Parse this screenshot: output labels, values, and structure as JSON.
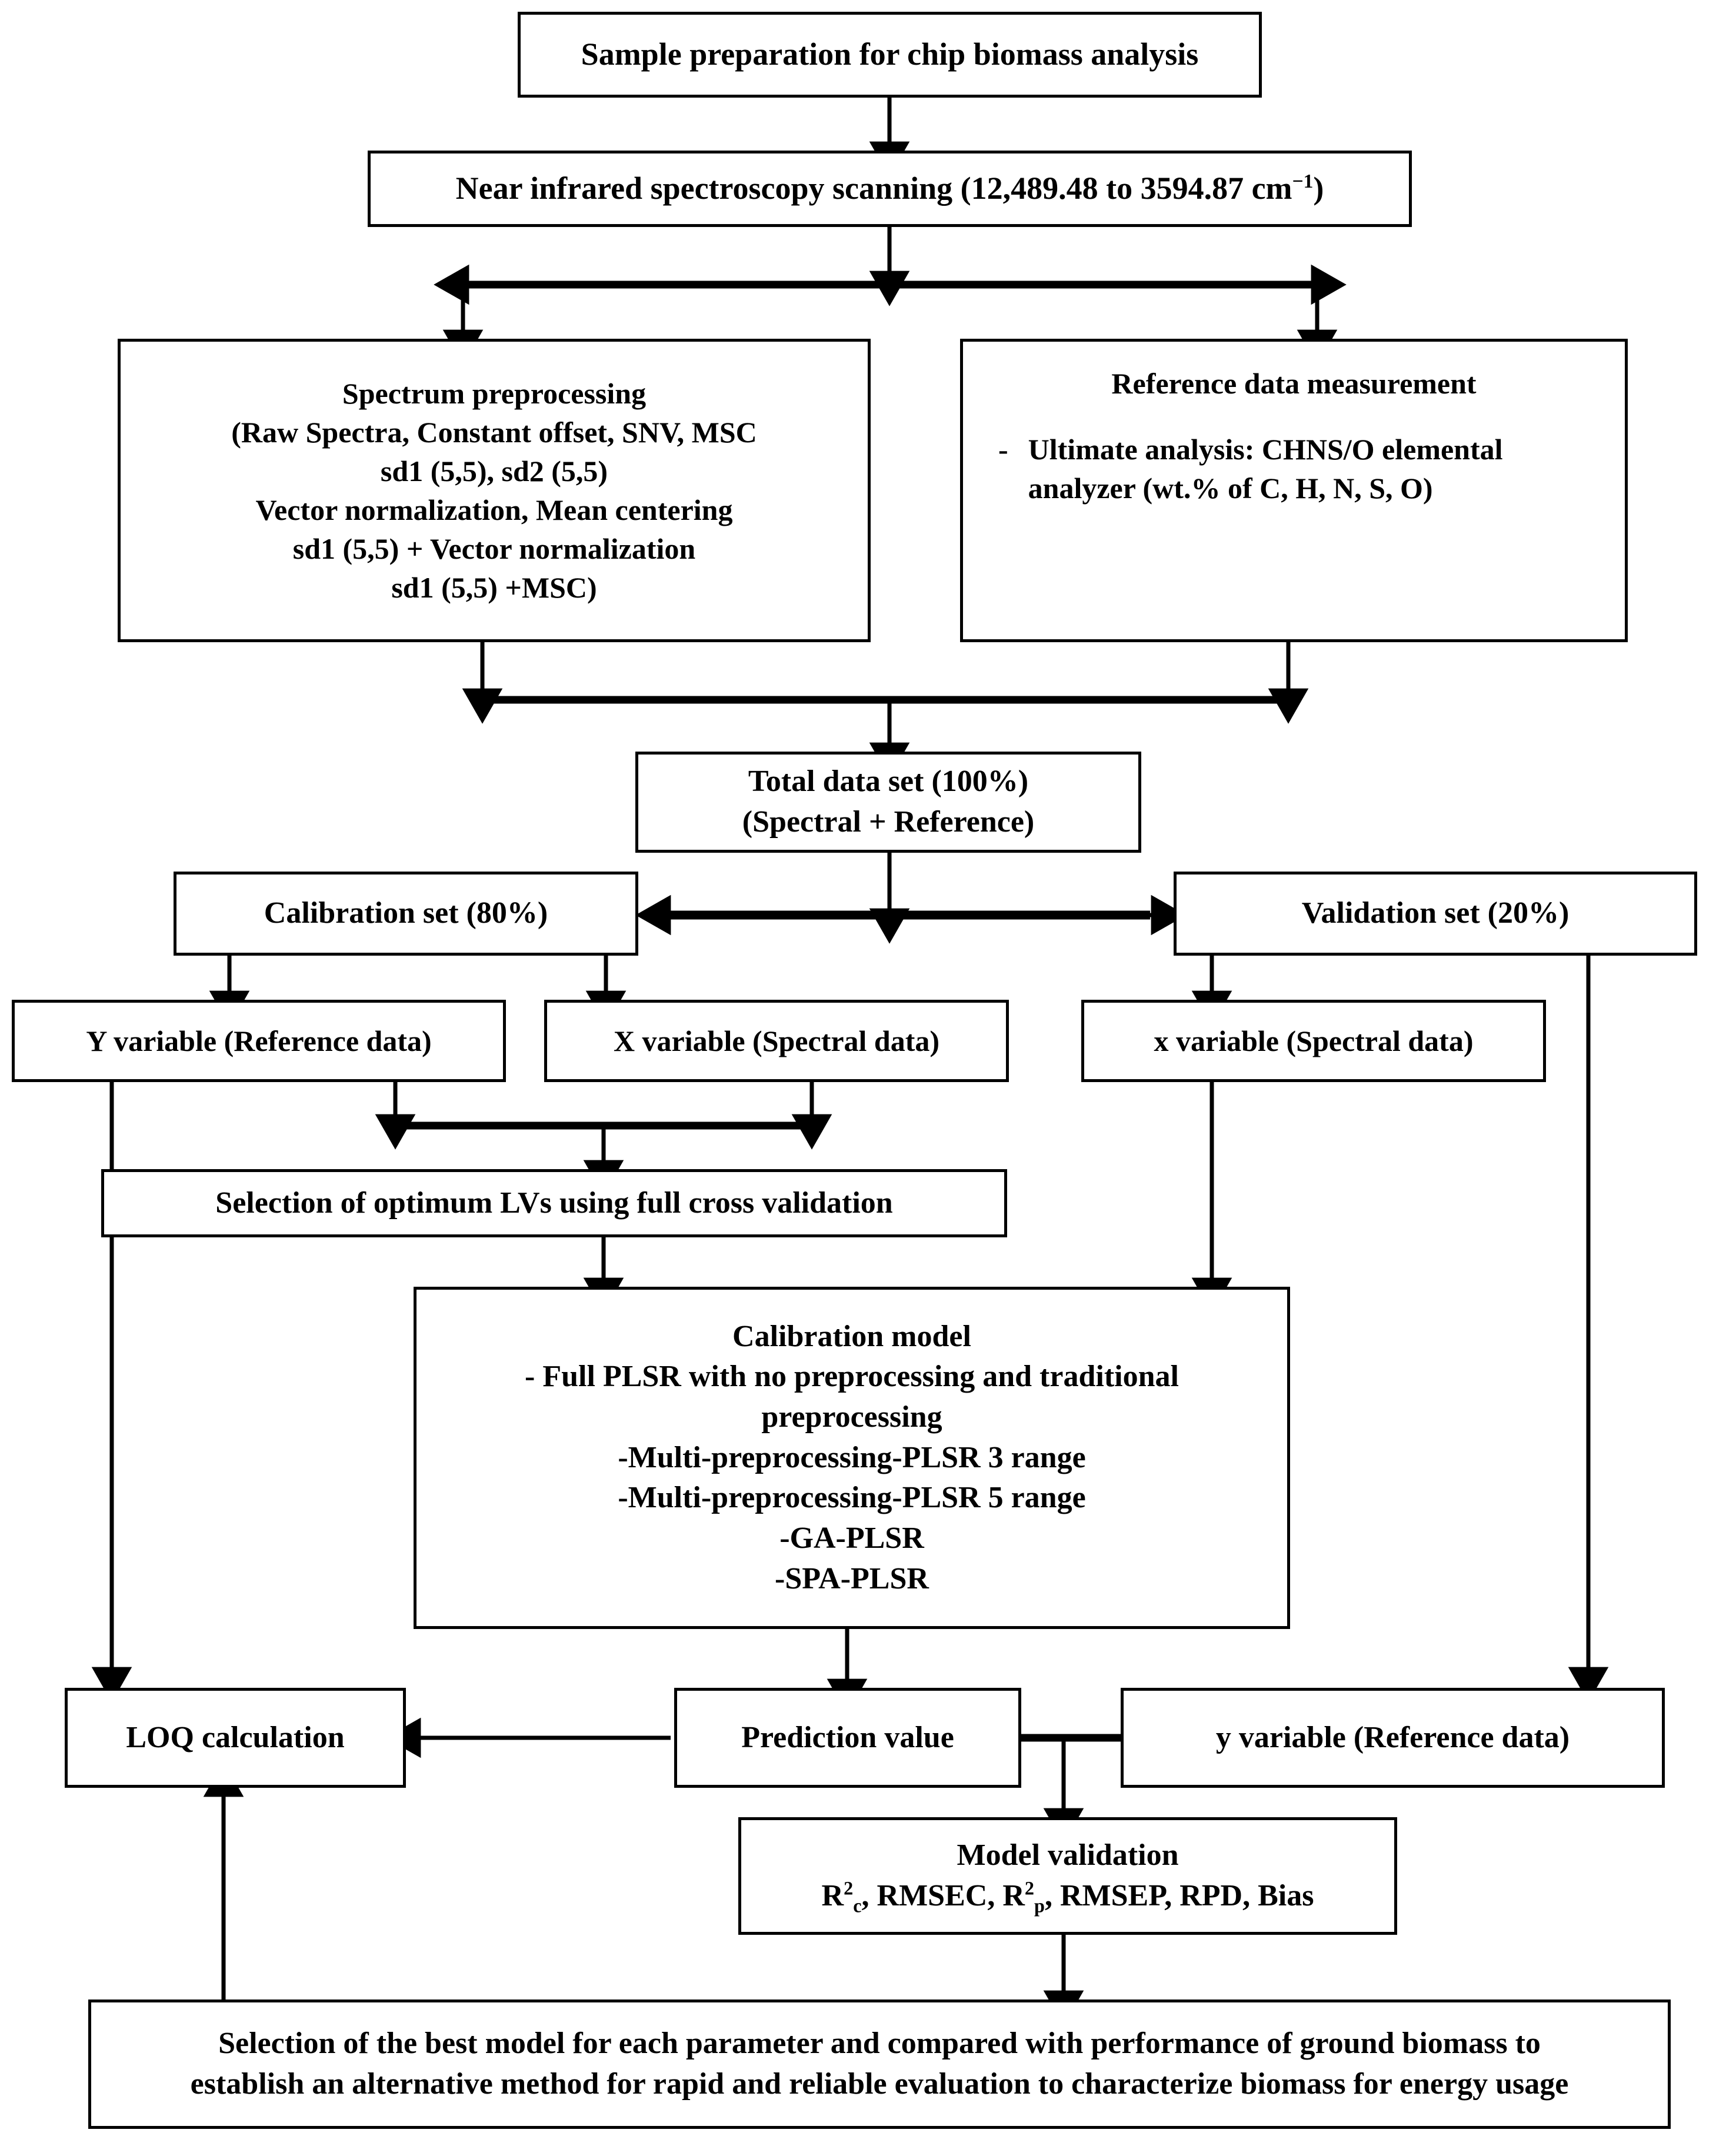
{
  "diagram": {
    "title": "NIR chip biomass analysis workflow flowchart",
    "colors": {
      "stroke": "#000000",
      "fill": "#ffffff",
      "text": "#000000"
    },
    "nodes": {
      "sample_prep": {
        "label": "Sample preparation for chip biomass analysis"
      },
      "nir_scan": {
        "pre": "Near infrared spectroscopy scanning (12,489.48 to 3594.87 cm",
        "sup": "−1",
        "post": ")"
      },
      "spectrum_preprocessing": {
        "lines": [
          "Spectrum preprocessing",
          "(Raw Spectra, Constant offset, SNV, MSC",
          "sd1 (5,5), sd2 (5,5)",
          "Vector normalization, Mean centering",
          "sd1 (5,5) + Vector normalization",
          "sd1 (5,5) +MSC)"
        ]
      },
      "reference_measurement": {
        "title": "Reference data measurement",
        "bullet_marker": "-",
        "bullet_text": "Ultimate analysis: CHNS/O elemental analyzer (wt.% of C, H, N, S, O)"
      },
      "total_dataset": {
        "lines": [
          "Total data set (100%)",
          "(Spectral + Reference)"
        ]
      },
      "calibration_set": {
        "label": "Calibration set (80%)"
      },
      "validation_set": {
        "label": "Validation set (20%)"
      },
      "y_variable_cal": {
        "label": "Y variable (Reference data)"
      },
      "x_variable_cal": {
        "label": "X variable (Spectral data)"
      },
      "x_variable_val": {
        "label": "x variable (Spectral data)"
      },
      "optimum_lvs": {
        "label": "Selection of optimum LVs using full cross validation"
      },
      "calibration_model": {
        "lines": [
          "Calibration model",
          "- Full PLSR with no preprocessing and traditional",
          "preprocessing",
          "-Multi-preprocessing-PLSR 3 range",
          "-Multi-preprocessing-PLSR 5 range",
          "-GA-PLSR",
          "-SPA-PLSR"
        ]
      },
      "loq_calculation": {
        "label": "LOQ calculation"
      },
      "prediction_value": {
        "label": "Prediction value"
      },
      "y_variable_val": {
        "label": "y variable (Reference data)"
      },
      "model_validation": {
        "title": "Model validation",
        "metrics_parts": {
          "r2c_base": "R",
          "r2c_sup": "2",
          "r2c_sub": "c",
          "mid": ", RMSEC, ",
          "r2p_base": "R",
          "r2p_sup": "2",
          "r2p_sub": "p",
          "tail": ", RMSEP, RPD, Bias"
        },
        "metrics_plain": "R2c, RMSEC, R2p, RMSEP, RPD, Bias"
      },
      "best_model": {
        "lines": [
          "Selection of the best model for each parameter and compared with performance of ground biomass to",
          "establish an alternative method for rapid and reliable evaluation to characterize biomass for energy usage"
        ]
      }
    }
  }
}
